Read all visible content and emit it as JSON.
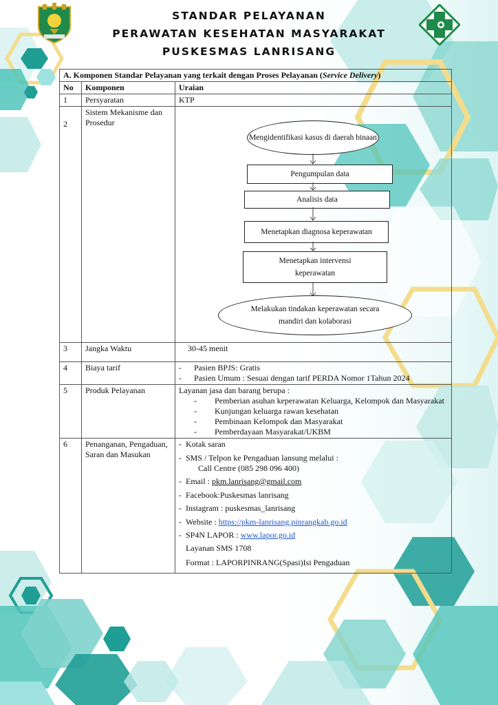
{
  "header": {
    "line1": "STANDAR PELAYANAN",
    "line2": "PERAWATAN KESEHATAN MASYARAKAT",
    "line3": "PUSKESMAS LANRISANG"
  },
  "section": {
    "title_main": "A. Komponen Standar Pelayanan yang terkait dengan Proses Pelayanan (",
    "title_italic": "Service Delivery",
    "title_end": ")"
  },
  "table": {
    "headers": [
      "No",
      "Komponen",
      "Uraian"
    ],
    "rows": {
      "r1": {
        "no": "1",
        "komponen": "Persyaratan",
        "uraian": "KTP"
      },
      "r2": {
        "no": "2",
        "komponen": "Sistem Mekanisme dan Prosedur"
      },
      "r3": {
        "no": "3",
        "komponen": "Jangka  Waktu",
        "uraian": "30-45  menit"
      },
      "r4": {
        "no": "4",
        "komponen": "Biaya tarif",
        "items": [
          "Pasien  BPJS:  Gratis",
          "Pasien  Umum  : Sesuai dengan tarif PERDA Nomor 1Tahun 2024"
        ]
      },
      "r5": {
        "no": "5",
        "komponen": "Produk  Pelayanan",
        "intro": "Layanan jasa  dan  barang  berupa  :",
        "items": [
          "Pemberian  asuhan  keperawatan  Keluarga,  Kelompok  dan Masyarakat",
          "Kunjungan  keluarga  rawan  kesehatan",
          "Pembinaan  Kelompok  dan  Masyarakat",
          "Pemberdayaan   Masyarakat/UKBM"
        ]
      },
      "r6": {
        "no": "6",
        "komponen": "Penanganan, Pengaduan, Saran dan Masukan",
        "kotak": "Kotak  saran",
        "sms": "SMS  /  Telpon  ke  Pengaduan  lansung  melalui  :",
        "callcentre": "Call Centre  (085  298  096  400)",
        "email_label": "Email   :  ",
        "email": "pkm.lanrisang@gmail.com",
        "facebook": "Facebook:Puskesmas  lanrisang",
        "instagram": "Instagram   :  puskesmas_lanrisang",
        "website_label": "Website    :     ",
        "website": "https://pkm-lanrisang.pinrangkab.go.id",
        "sp4n_label": "SP4N LAPOR : ",
        "sp4n": "www.lapor.go.id",
        "sms_lapor": "Layanan SMS 1708",
        "format": "Format  :  LAPORPINRANG(Spasi)Isi  Pengaduan"
      }
    }
  },
  "flow": {
    "step1": "Mengidentifikasi kasus di daerah binaan",
    "step2": "Pengumpulan data",
    "step3": "Analisis data",
    "step4": "Menetapkan  diagnosa  keperawatan",
    "step5": "Menetapkan intervensi keperawatan",
    "step6": "Melakukan tindakan keperawatan secara mandiri  dan  kolaborasi"
  },
  "colors": {
    "teal_dark": "#1f9e96",
    "teal_light": "#9ee3df",
    "gold": "#f3dc8c",
    "logo_green": "#1f8a4a"
  }
}
